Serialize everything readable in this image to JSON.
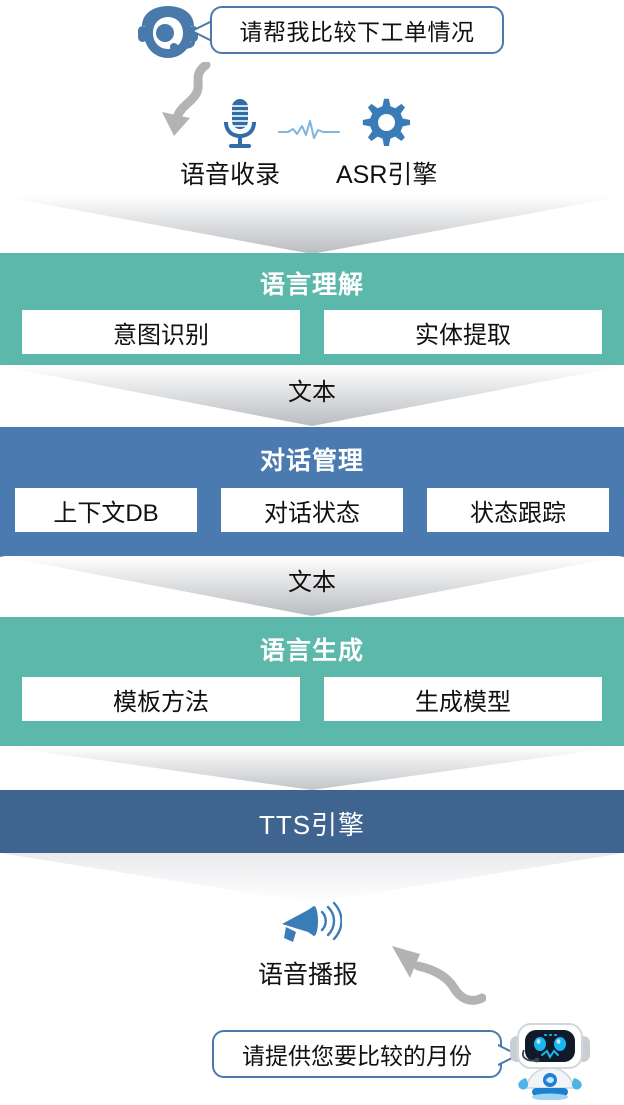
{
  "colors": {
    "teal": "#5cb8ab",
    "blue": "#4a7ab0",
    "dark_blue": "#3e648f",
    "bubble_border": "#4a79ac",
    "arrow_gray": "#b3b3b3",
    "icon_blue": "#3a7cb8",
    "mic_blue": "#2e6da8",
    "wave_blue": "#7fb4dd",
    "white": "#ffffff",
    "text": "#111111"
  },
  "user_turn": {
    "icon": "headset-operator-icon",
    "message": "请帮我比较下工单情况"
  },
  "intake": {
    "arrow": "curved-down-arrow-icon",
    "items": [
      {
        "icon": "microphone-icon",
        "label": "语音收录"
      },
      {
        "icon": "waveform-icon",
        "label": ""
      },
      {
        "icon": "gear-icon",
        "label": "ASR引擎"
      }
    ],
    "captions": {
      "voice_capture": "语音收录",
      "asr_engine": "ASR引擎"
    }
  },
  "connectors": [
    {
      "name": "asr-to-nlu",
      "label": ""
    },
    {
      "name": "nlu-to-dm",
      "label": "文本"
    },
    {
      "name": "dm-to-nlg",
      "label": "文本"
    },
    {
      "name": "nlg-to-tts",
      "label": ""
    },
    {
      "name": "tts-to-output",
      "label": ""
    }
  ],
  "stages": [
    {
      "id": "nlu",
      "title": "语言理解",
      "color": "#5cb8ab",
      "boxes": [
        "意图识别",
        "实体提取"
      ]
    },
    {
      "id": "dm",
      "title": "对话管理",
      "color": "#4a7ab0",
      "boxes": [
        "上下文DB",
        "对话状态",
        "状态跟踪"
      ]
    },
    {
      "id": "nlg",
      "title": "语言生成",
      "color": "#5cb8ab",
      "boxes": [
        "模板方法",
        "生成模型"
      ]
    },
    {
      "id": "tts",
      "title": "TTS引擎",
      "color": "#3e648f",
      "boxes": []
    }
  ],
  "output": {
    "icon": "megaphone-icon",
    "caption": "语音播报",
    "arrow": "curved-up-left-arrow-icon",
    "bot_message": "请提供您要比较的月份",
    "bot_icon": "robot-avatar-icon"
  }
}
